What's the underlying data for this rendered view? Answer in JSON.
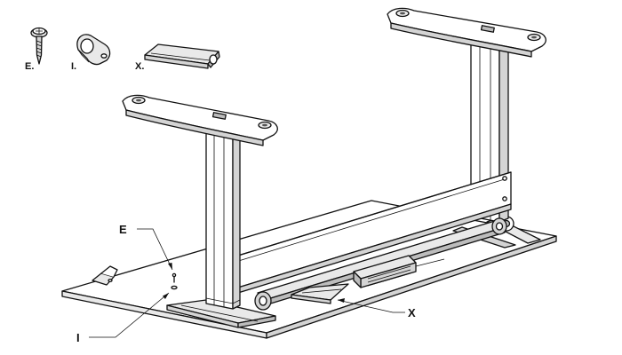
{
  "parts_key": {
    "items": [
      {
        "letter": "E.",
        "part": "screw"
      },
      {
        "letter": "I.",
        "part": "cable-clip"
      },
      {
        "letter": "X.",
        "part": "cable-tray-clip"
      }
    ]
  },
  "callouts": {
    "e": {
      "label": "E"
    },
    "i": {
      "label": "I"
    },
    "x": {
      "label": "X"
    }
  },
  "colors": {
    "line": "#111111",
    "fill_light": "#e9e9e9",
    "fill_mid": "#d4d4d4",
    "fill_dark": "#bcbcbc"
  }
}
